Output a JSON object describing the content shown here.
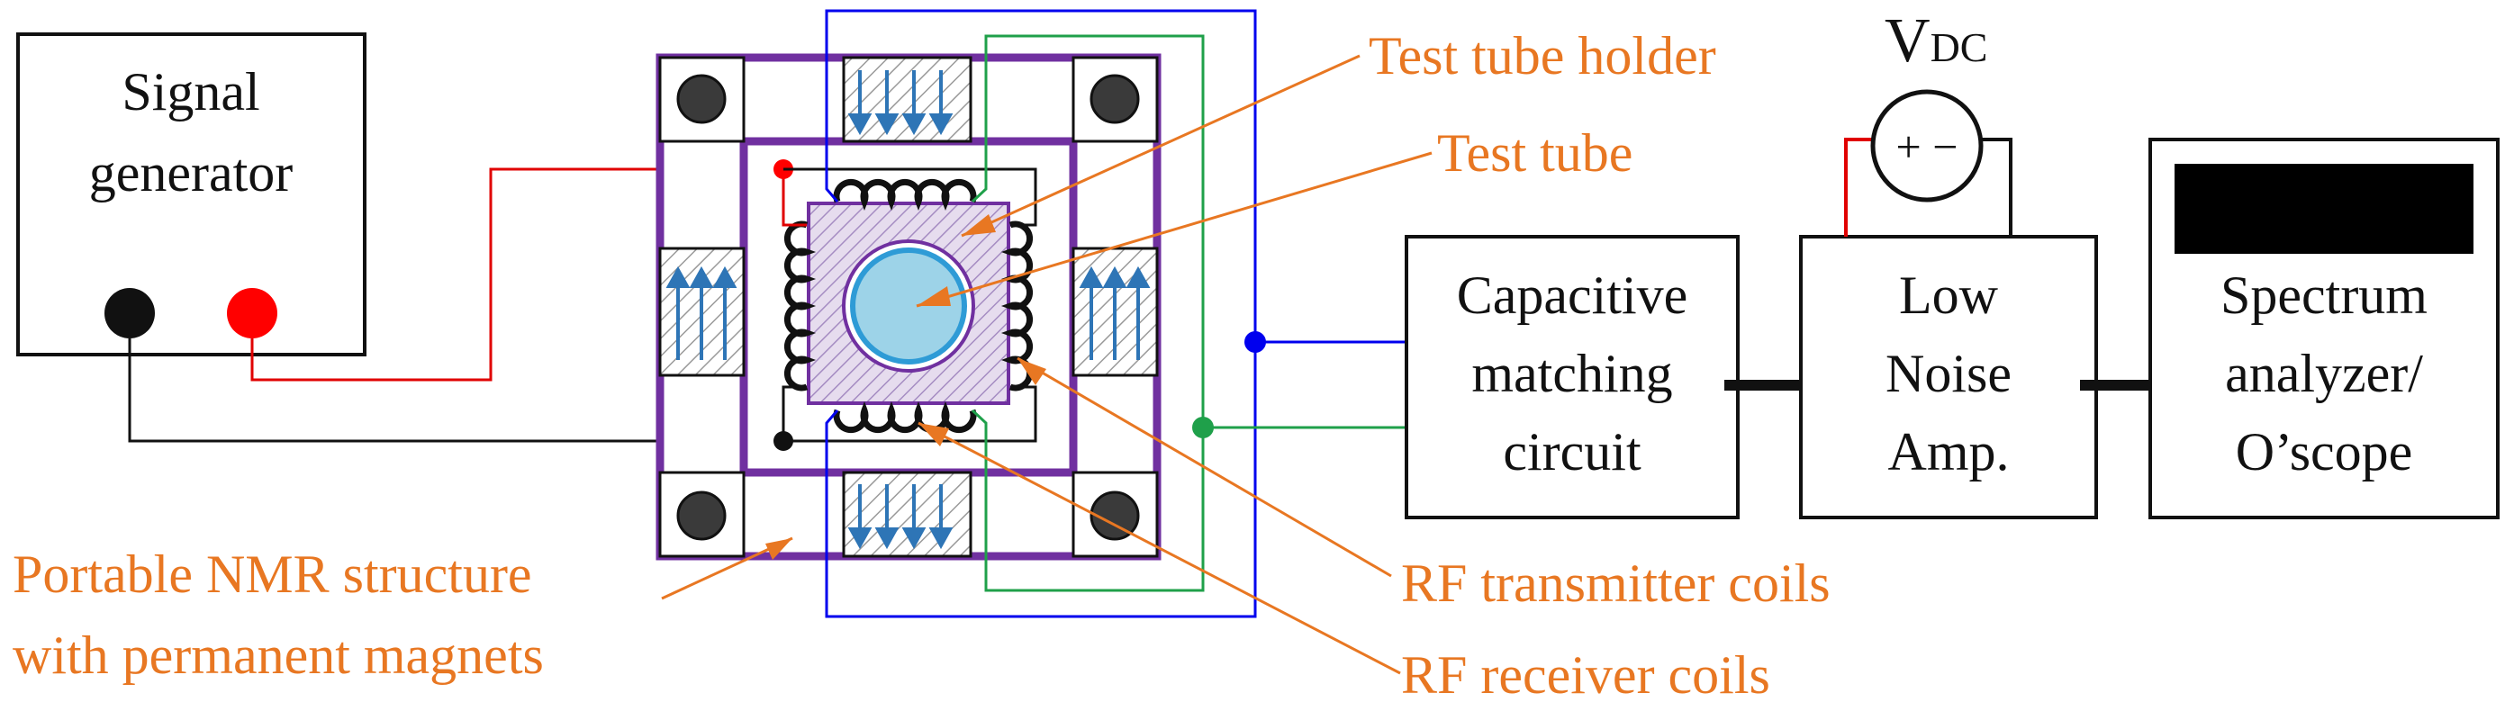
{
  "labels": {
    "signal_generator": [
      "Signal",
      "generator"
    ],
    "capacitive_matching": [
      "Capacitive",
      "matching",
      "circuit"
    ],
    "low_noise_amp": [
      "Low",
      "Noise",
      "Amp."
    ],
    "spectrum_analyzer": [
      "Spectrum",
      "analyzer/",
      "O’scope"
    ],
    "vdc_main": "V",
    "vdc_sub": "DC",
    "battery_symbol": "+ −"
  },
  "callouts": {
    "test_tube_holder": "Test tube holder",
    "test_tube": "Test tube",
    "rf_transmitter_coils": "RF transmitter coils",
    "rf_receiver_coils": "RF receiver coils",
    "nmr_structure": [
      "Portable NMR structure",
      "with permanent magnets"
    ]
  },
  "colors": {
    "callout": "#E87722",
    "structure": "#7030A0",
    "transmit_wire": "#E00000",
    "ground_wire": "#111111",
    "blue_wire": "#0000EE",
    "green_wire": "#1FA04A",
    "magnet_arrow": "#2E75B6",
    "test_tube_fill": "#9DD3E8"
  }
}
